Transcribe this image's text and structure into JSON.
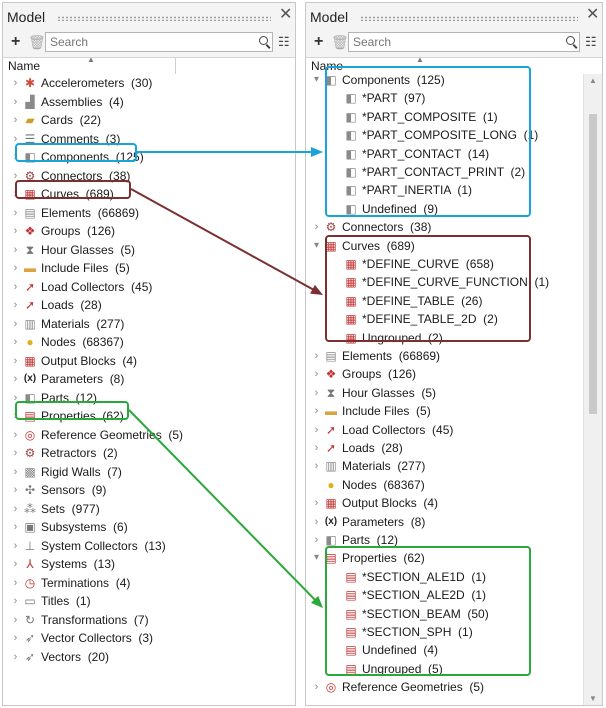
{
  "left_panel": {
    "title": "Model",
    "close_glyph": "✕",
    "add_glyph": "+",
    "search_placeholder": "Search",
    "column_header": "Name",
    "items": [
      {
        "label": "Accelerometers  (30)",
        "icon": "accelerometer-icon",
        "glyph": "✱",
        "color": "#d04a3a"
      },
      {
        "label": "Assemblies  (4)",
        "icon": "assembly-icon",
        "glyph": "▟",
        "color": "#8a8a8a"
      },
      {
        "label": "Cards  (22)",
        "icon": "card-icon",
        "glyph": "▰",
        "color": "#c8a02a"
      },
      {
        "label": "Comments  (3)",
        "icon": "comment-icon",
        "glyph": "☰",
        "color": "#777777"
      },
      {
        "label": "Components  (125)",
        "icon": "component-icon",
        "glyph": "◧",
        "color": "#8a8a8a"
      },
      {
        "label": "Connectors  (38)",
        "icon": "connector-icon",
        "glyph": "⚙",
        "color": "#a04040"
      },
      {
        "label": "Curves  (689)",
        "icon": "curve-icon",
        "glyph": "▦",
        "color": "#c03030"
      },
      {
        "label": "Elements  (66869)",
        "icon": "element-icon",
        "glyph": "▤",
        "color": "#888888"
      },
      {
        "label": "Groups  (126)",
        "icon": "group-icon",
        "glyph": "❖",
        "color": "#c03030"
      },
      {
        "label": "Hour Glasses  (5)",
        "icon": "hourglass-icon",
        "glyph": "⧗",
        "color": "#777777"
      },
      {
        "label": "Include Files  (5)",
        "icon": "folder-icon",
        "glyph": "▬",
        "color": "#d9a544"
      },
      {
        "label": "Load Collectors  (45)",
        "icon": "load-collector-icon",
        "glyph": "➚",
        "color": "#c03030"
      },
      {
        "label": "Loads  (28)",
        "icon": "load-icon",
        "glyph": "➚",
        "color": "#c03030"
      },
      {
        "label": "Materials  (277)",
        "icon": "material-icon",
        "glyph": "▥",
        "color": "#888888"
      },
      {
        "label": "Nodes  (68367)",
        "icon": "node-icon",
        "glyph": "●",
        "color": "#e0b020"
      },
      {
        "label": "Output Blocks  (4)",
        "icon": "output-block-icon",
        "glyph": "▦",
        "color": "#c03030"
      },
      {
        "label": "Parameters  (8)",
        "icon": "parameter-icon",
        "glyph": "(x)",
        "color": "#222222"
      },
      {
        "label": "Parts  (12)",
        "icon": "part-icon",
        "glyph": "◧",
        "color": "#8a8a8a"
      },
      {
        "label": "Properties  (62)",
        "icon": "property-icon",
        "glyph": "▤",
        "color": "#c03030"
      },
      {
        "label": "Reference Geometries  (5)",
        "icon": "reference-geometry-icon",
        "glyph": "◎",
        "color": "#c03030"
      },
      {
        "label": "Retractors  (2)",
        "icon": "retractor-icon",
        "glyph": "⚙",
        "color": "#a04040"
      },
      {
        "label": "Rigid Walls  (7)",
        "icon": "rigid-wall-icon",
        "glyph": "▩",
        "color": "#888888"
      },
      {
        "label": "Sensors  (9)",
        "icon": "sensor-icon",
        "glyph": "✣",
        "color": "#777777"
      },
      {
        "label": "Sets  (977)",
        "icon": "set-icon",
        "glyph": "⁂",
        "color": "#777777"
      },
      {
        "label": "Subsystems  (6)",
        "icon": "subsystem-icon",
        "glyph": "▣",
        "color": "#777777"
      },
      {
        "label": "System Collectors  (13)",
        "icon": "system-collector-icon",
        "glyph": "⊥",
        "color": "#777777"
      },
      {
        "label": "Systems  (13)",
        "icon": "system-icon",
        "glyph": "⅄",
        "color": "#c03030"
      },
      {
        "label": "Terminations  (4)",
        "icon": "termination-icon",
        "glyph": "◷",
        "color": "#c03030"
      },
      {
        "label": "Titles  (1)",
        "icon": "title-icon",
        "glyph": "▭",
        "color": "#777777"
      },
      {
        "label": "Transformations  (7)",
        "icon": "transformation-icon",
        "glyph": "↻",
        "color": "#777777"
      },
      {
        "label": "Vector Collectors  (3)",
        "icon": "vector-collector-icon",
        "glyph": "➶",
        "color": "#777777"
      },
      {
        "label": "Vectors  (20)",
        "icon": "vector-icon",
        "glyph": "➶",
        "color": "#777777"
      }
    ]
  },
  "right_panel": {
    "title": "Model",
    "close_glyph": "✕",
    "add_glyph": "+",
    "search_placeholder": "Search",
    "column_header": "Name",
    "items": [
      {
        "label": "Components  (125)",
        "level": 0,
        "expanded": true,
        "icon": "component-icon",
        "glyph": "◧",
        "color": "#8a8a8a"
      },
      {
        "label": "*PART  (97)",
        "level": 1,
        "icon": "component-icon",
        "glyph": "◧",
        "color": "#8a8a8a"
      },
      {
        "label": "*PART_COMPOSITE  (1)",
        "level": 1,
        "icon": "component-icon",
        "glyph": "◧",
        "color": "#8a8a8a"
      },
      {
        "label": "*PART_COMPOSITE_LONG  (1)",
        "level": 1,
        "icon": "component-icon",
        "glyph": "◧",
        "color": "#8a8a8a"
      },
      {
        "label": "*PART_CONTACT  (14)",
        "level": 1,
        "icon": "component-icon",
        "glyph": "◧",
        "color": "#8a8a8a"
      },
      {
        "label": "*PART_CONTACT_PRINT  (2)",
        "level": 1,
        "icon": "component-icon",
        "glyph": "◧",
        "color": "#8a8a8a"
      },
      {
        "label": "*PART_INERTIA  (1)",
        "level": 1,
        "icon": "component-icon",
        "glyph": "◧",
        "color": "#8a8a8a"
      },
      {
        "label": "Undefined  (9)",
        "level": 1,
        "icon": "component-icon",
        "glyph": "◧",
        "color": "#8a8a8a"
      },
      {
        "label": "Connectors  (38)",
        "level": 0,
        "expanded": false,
        "icon": "connector-icon",
        "glyph": "⚙",
        "color": "#a04040"
      },
      {
        "label": "Curves  (689)",
        "level": 0,
        "expanded": true,
        "icon": "curve-icon",
        "glyph": "▦",
        "color": "#c03030"
      },
      {
        "label": "*DEFINE_CURVE  (658)",
        "level": 1,
        "icon": "curve-icon",
        "glyph": "▦",
        "color": "#c03030"
      },
      {
        "label": "*DEFINE_CURVE_FUNCTION  (1)",
        "level": 1,
        "icon": "curve-icon",
        "glyph": "▦",
        "color": "#c03030"
      },
      {
        "label": "*DEFINE_TABLE  (26)",
        "level": 1,
        "icon": "curve-icon",
        "glyph": "▦",
        "color": "#c03030"
      },
      {
        "label": "*DEFINE_TABLE_2D  (2)",
        "level": 1,
        "icon": "curve-icon",
        "glyph": "▦",
        "color": "#c03030"
      },
      {
        "label": "Ungrouped  (2)",
        "level": 1,
        "icon": "curve-icon",
        "glyph": "▦",
        "color": "#c03030"
      },
      {
        "label": "Elements  (66869)",
        "level": 0,
        "expanded": false,
        "icon": "element-icon",
        "glyph": "▤",
        "color": "#888888"
      },
      {
        "label": "Groups  (126)",
        "level": 0,
        "expanded": false,
        "icon": "group-icon",
        "glyph": "❖",
        "color": "#c03030"
      },
      {
        "label": "Hour Glasses  (5)",
        "level": 0,
        "expanded": false,
        "icon": "hourglass-icon",
        "glyph": "⧗",
        "color": "#777777"
      },
      {
        "label": "Include Files  (5)",
        "level": 0,
        "expanded": false,
        "icon": "folder-icon",
        "glyph": "▬",
        "color": "#d9a544"
      },
      {
        "label": "Load Collectors  (45)",
        "level": 0,
        "expanded": false,
        "icon": "load-collector-icon",
        "glyph": "➚",
        "color": "#c03030"
      },
      {
        "label": "Loads  (28)",
        "level": 0,
        "expanded": false,
        "icon": "load-icon",
        "glyph": "➚",
        "color": "#c03030"
      },
      {
        "label": "Materials  (277)",
        "level": 0,
        "expanded": false,
        "icon": "material-icon",
        "glyph": "▥",
        "color": "#888888"
      },
      {
        "label": "Nodes  (68367)",
        "level": 0,
        "expanded": false,
        "noarrow": true,
        "icon": "node-icon",
        "glyph": "●",
        "color": "#e0b020"
      },
      {
        "label": "Output Blocks  (4)",
        "level": 0,
        "expanded": false,
        "icon": "output-block-icon",
        "glyph": "▦",
        "color": "#c03030"
      },
      {
        "label": "Parameters  (8)",
        "level": 0,
        "expanded": false,
        "icon": "parameter-icon",
        "glyph": "(x)",
        "color": "#222222"
      },
      {
        "label": "Parts  (12)",
        "level": 0,
        "expanded": false,
        "icon": "part-icon",
        "glyph": "◧",
        "color": "#8a8a8a"
      },
      {
        "label": "Properties  (62)",
        "level": 0,
        "expanded": true,
        "icon": "property-icon",
        "glyph": "▤",
        "color": "#c03030"
      },
      {
        "label": "*SECTION_ALE1D  (1)",
        "level": 1,
        "icon": "property-icon",
        "glyph": "▤",
        "color": "#c03030"
      },
      {
        "label": "*SECTION_ALE2D  (1)",
        "level": 1,
        "icon": "property-icon",
        "glyph": "▤",
        "color": "#c03030"
      },
      {
        "label": "*SECTION_BEAM  (50)",
        "level": 1,
        "icon": "property-icon",
        "glyph": "▤",
        "color": "#c03030"
      },
      {
        "label": "*SECTION_SPH  (1)",
        "level": 1,
        "icon": "property-icon",
        "glyph": "▤",
        "color": "#c03030"
      },
      {
        "label": "Undefined  (4)",
        "level": 1,
        "icon": "property-icon",
        "glyph": "▤",
        "color": "#c03030"
      },
      {
        "label": "Ungrouped  (5)",
        "level": 1,
        "icon": "property-icon",
        "glyph": "▤",
        "color": "#c03030"
      },
      {
        "label": "Reference Geometries  (5)",
        "level": 0,
        "expanded": false,
        "icon": "reference-geometry-icon",
        "glyph": "◎",
        "color": "#c03030"
      }
    ]
  },
  "highlights": {
    "components": "#1aa3d9",
    "curves": "#7a3030",
    "properties": "#2aa83a"
  }
}
